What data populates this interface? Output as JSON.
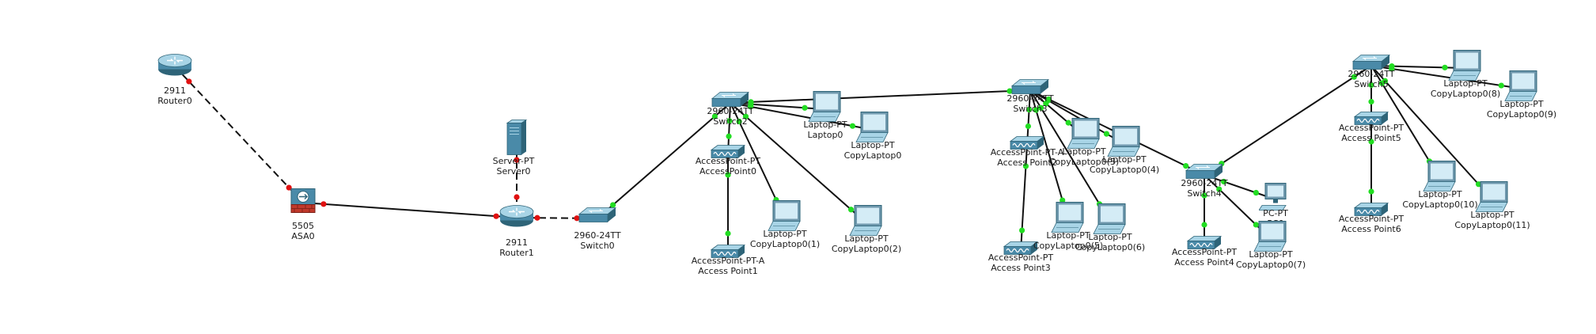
{
  "devices": [
    {
      "id": "router0",
      "type": "router",
      "model": "2911",
      "name": "Router0"
    },
    {
      "id": "asa0",
      "type": "firewall",
      "model": "5505",
      "name": "ASA0"
    },
    {
      "id": "server0",
      "type": "server",
      "model": "Server-PT",
      "name": "Server0"
    },
    {
      "id": "router1",
      "type": "router",
      "model": "2911",
      "name": "Router1"
    },
    {
      "id": "switch0",
      "type": "switch",
      "model": "2960-24TT",
      "name": "Switch0"
    },
    {
      "id": "switch2",
      "type": "switch",
      "model": "2960-24TT",
      "name": "Switch2"
    },
    {
      "id": "ap0",
      "type": "accesspoint",
      "model": "AccessPoint-PT",
      "name": "AccessPoint0"
    },
    {
      "id": "ap1",
      "type": "accesspoint",
      "model": "AccessPoint-PT-A",
      "name": "Access Point1"
    },
    {
      "id": "laptop0",
      "type": "laptop",
      "model": "Laptop-PT",
      "name": "Laptop0"
    },
    {
      "id": "copylaptop0",
      "type": "laptop",
      "model": "Laptop-PT",
      "name": "CopyLaptop0"
    },
    {
      "id": "copylaptop0_1",
      "type": "laptop",
      "model": "Laptop-PT",
      "name": "CopyLaptop0(1)"
    },
    {
      "id": "copylaptop0_2",
      "type": "laptop",
      "model": "Laptop-PT",
      "name": "CopyLaptop0(2)"
    },
    {
      "id": "switch3",
      "type": "switch",
      "model": "2960-24TT",
      "name": "Switch3"
    },
    {
      "id": "ap2",
      "type": "accesspoint",
      "model": "AccessPoint-PT-A",
      "name": "Access Point2"
    },
    {
      "id": "ap3",
      "type": "accesspoint",
      "model": "AccessPoint-PT",
      "name": "Access Point3"
    },
    {
      "id": "copylaptop0_3",
      "type": "laptop",
      "model": "Laptop-PT",
      "name": "CopyLaptop0(3)"
    },
    {
      "id": "copylaptop0_4",
      "type": "laptop",
      "model": "Laptop-PT",
      "name": "CopyLaptop0(4)"
    },
    {
      "id": "copylaptop0_5",
      "type": "laptop",
      "model": "Laptop-PT",
      "name": "CopyLaptop0(5)"
    },
    {
      "id": "copylaptop0_6",
      "type": "laptop",
      "model": "Laptop-PT",
      "name": "CopyLaptop0(6)"
    },
    {
      "id": "switch4",
      "type": "switch",
      "model": "2960-24TT",
      "name": "Switch4"
    },
    {
      "id": "ap4",
      "type": "accesspoint",
      "model": "AccessPoint-PT",
      "name": "Access Point4"
    },
    {
      "id": "pc0",
      "type": "pc",
      "model": "PC-PT",
      "name": "PC0"
    },
    {
      "id": "copylaptop0_7",
      "type": "laptop",
      "model": "Laptop-PT",
      "name": "CopyLaptop0(7)"
    },
    {
      "id": "switch5",
      "type": "switch",
      "model": "2960-24TT",
      "name": "Switch5"
    },
    {
      "id": "ap5",
      "type": "accesspoint",
      "model": "AccessPoint-PT",
      "name": "Access Point5"
    },
    {
      "id": "ap6",
      "type": "accesspoint",
      "model": "AccessPoint-PT",
      "name": "Access Point6"
    },
    {
      "id": "copylaptop0_8",
      "type": "laptop",
      "model": "Laptop-PT",
      "name": "CopyLaptop0(8)"
    },
    {
      "id": "copylaptop0_9",
      "type": "laptop",
      "model": "Laptop-PT",
      "name": "CopyLaptop0(9)"
    },
    {
      "id": "copylaptop0_10",
      "type": "laptop",
      "model": "Laptop-PT",
      "name": "CopyLaptop0(10)"
    },
    {
      "id": "copylaptop0_11",
      "type": "laptop",
      "model": "Laptop-PT",
      "name": "CopyLaptop0(11)"
    }
  ],
  "links": [
    {
      "a": "router0",
      "b": "asa0",
      "style": "dashed",
      "status": "down"
    },
    {
      "a": "asa0",
      "b": "router1",
      "style": "solid",
      "status": "down"
    },
    {
      "a": "server0",
      "b": "router1",
      "style": "dashed",
      "status": "down"
    },
    {
      "a": "router1",
      "b": "switch0",
      "style": "dashed",
      "status": "down"
    },
    {
      "a": "switch0",
      "b": "switch2",
      "style": "solid",
      "status": "up"
    },
    {
      "a": "switch2",
      "b": "switch3",
      "style": "solid",
      "status": "up"
    },
    {
      "a": "switch2",
      "b": "ap0",
      "style": "solid",
      "status": "up"
    },
    {
      "a": "switch2",
      "b": "laptop0",
      "style": "solid",
      "status": "up"
    },
    {
      "a": "switch2",
      "b": "copylaptop0",
      "style": "solid",
      "status": "up"
    },
    {
      "a": "switch2",
      "b": "copylaptop0_1",
      "style": "solid",
      "status": "up"
    },
    {
      "a": "switch2",
      "b": "copylaptop0_2",
      "style": "solid",
      "status": "up"
    },
    {
      "a": "ap0",
      "b": "ap1",
      "style": "solid",
      "status": "up"
    },
    {
      "a": "switch3",
      "b": "ap2",
      "style": "solid",
      "status": "up"
    },
    {
      "a": "switch3",
      "b": "copylaptop0_3",
      "style": "solid",
      "status": "up"
    },
    {
      "a": "switch3",
      "b": "copylaptop0_4",
      "style": "solid",
      "status": "up"
    },
    {
      "a": "switch3",
      "b": "copylaptop0_5",
      "style": "solid",
      "status": "up"
    },
    {
      "a": "switch3",
      "b": "copylaptop0_6",
      "style": "solid",
      "status": "up"
    },
    {
      "a": "switch3",
      "b": "switch4",
      "style": "solid",
      "status": "up"
    },
    {
      "a": "ap2",
      "b": "ap3",
      "style": "solid",
      "status": "up"
    },
    {
      "a": "switch4",
      "b": "ap4",
      "style": "solid",
      "status": "up"
    },
    {
      "a": "switch4",
      "b": "pc0",
      "style": "solid",
      "status": "up"
    },
    {
      "a": "switch4",
      "b": "copylaptop0_7",
      "style": "solid",
      "status": "up"
    },
    {
      "a": "switch4",
      "b": "switch5",
      "style": "solid",
      "status": "up"
    },
    {
      "a": "switch5",
      "b": "ap5",
      "style": "solid",
      "status": "up"
    },
    {
      "a": "switch5",
      "b": "copylaptop0_8",
      "style": "solid",
      "status": "up"
    },
    {
      "a": "switch5",
      "b": "copylaptop0_9",
      "style": "solid",
      "status": "up"
    },
    {
      "a": "switch5",
      "b": "copylaptop0_10",
      "style": "solid",
      "status": "up"
    },
    {
      "a": "switch5",
      "b": "copylaptop0_11",
      "style": "solid",
      "status": "up"
    },
    {
      "a": "ap5",
      "b": "ap6",
      "style": "solid",
      "status": "up"
    }
  ],
  "colors": {
    "link": "#111111",
    "status_up": "#22dd22",
    "status_down": "#e01010",
    "device_primary": "#4a8aa8",
    "device_light": "#a8d4e6",
    "device_dark": "#2e6478",
    "firewall_brick": "#c0392b",
    "label": "#1a1a1a"
  }
}
